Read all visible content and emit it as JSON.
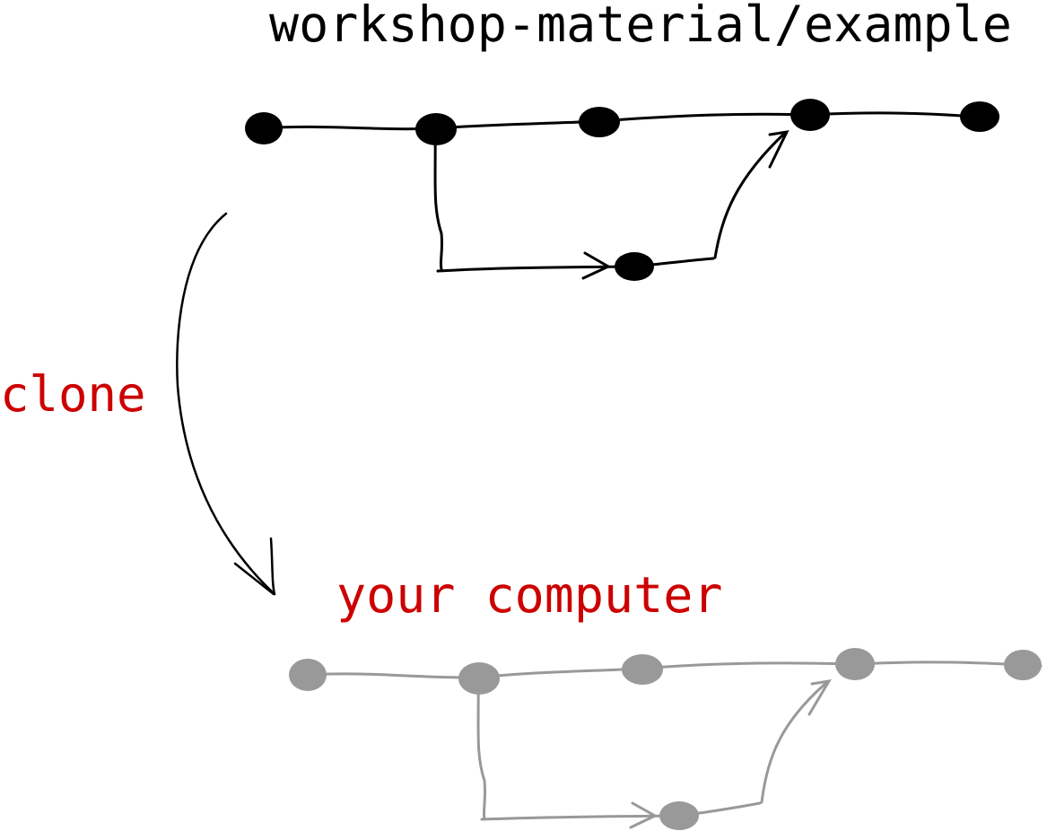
{
  "remote": {
    "title": "workshop-material/example",
    "color": "#000000"
  },
  "clone": {
    "label": "clone",
    "color": "#cc0000"
  },
  "local": {
    "label": "your computer",
    "color": "#999999"
  }
}
